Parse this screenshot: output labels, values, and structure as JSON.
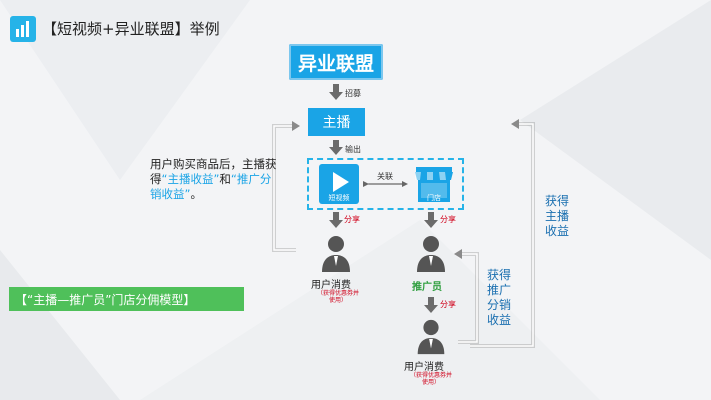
{
  "title": "【短视频+异业联盟】举例",
  "nodes": {
    "alliance": "异业联盟",
    "anchor": "主播",
    "short_video": "短视频",
    "store": "门店",
    "consumer_left": "用户消费",
    "promoter": "推广员",
    "consumer_bottom": "用户消费"
  },
  "edge_labels": {
    "recruit": "招募",
    "output": "输出",
    "linked": "关联",
    "share_left": "分享",
    "share_right": "分享",
    "share_bottom": "分享"
  },
  "notes": {
    "coupon_left": "（获得优惠券并使用）",
    "coupon_bottom": "（获得优惠券并使用）"
  },
  "side_text": {
    "left_part1": "用户购买商品后，主播获得",
    "left_hl1": "“主播收益”",
    "left_mid": "和",
    "left_hl2": "“推广分销收益”",
    "left_end": "。",
    "right_anchor_gain": "获得主播收益",
    "promoter_gain": "获得推广分销收益"
  },
  "model_label": "【“主播—推广员”门店分佣模型】",
  "colors": {
    "primary": "#1aa4e6",
    "green": "#4fc05a",
    "red": "#d0021b"
  }
}
